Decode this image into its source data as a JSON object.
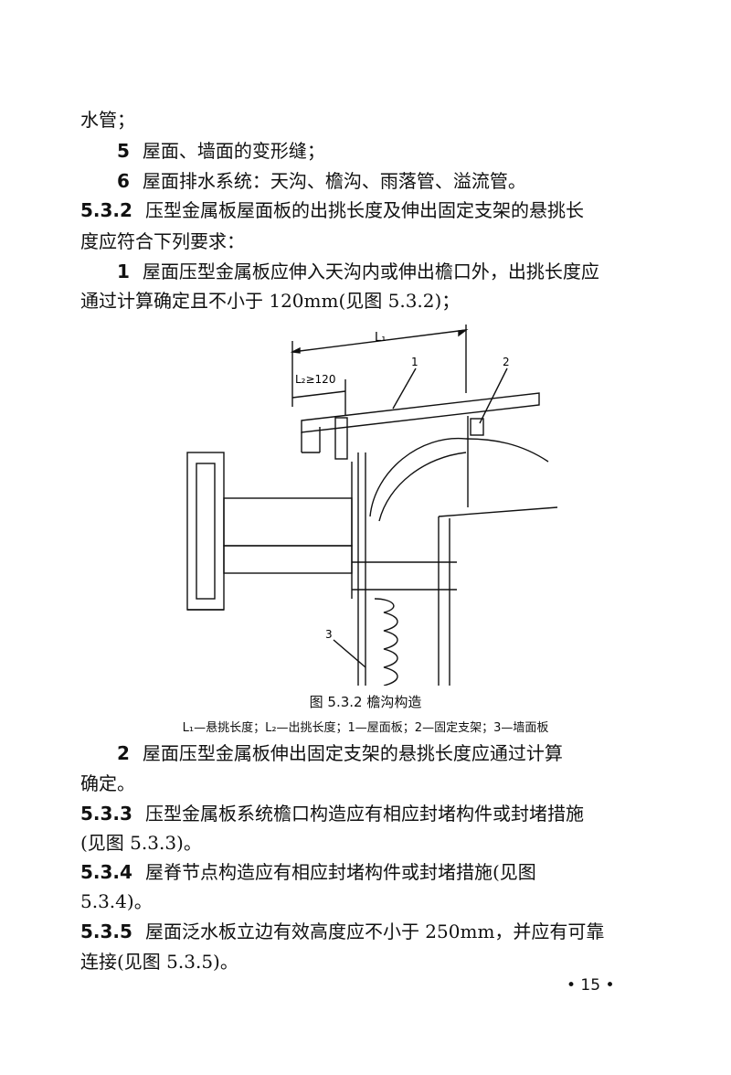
{
  "text": {
    "l1": "水管；",
    "item5_num": "5",
    "item5_text": "屋面、墙面的变形缝；",
    "item6_num": "6",
    "item6_text": "屋面排水系统：天沟、檐沟、雨落管、溢流管。",
    "c532_num": "5.3.2",
    "c532_text_a": "压型金属板屋面板的出挑长度及伸出固定支架的悬挑长",
    "c532_text_b": "度应符合下列要求：",
    "item1_num": "1",
    "item1_text_a": "屋面压型金属板应伸入天沟内或伸出檐口外，出挑长度应",
    "item1_text_b": "通过计算确定且不小于 120mm(见图 5.3.2)；",
    "item2_num": "2",
    "item2_text_a": "屋面压型金属板伸出固定支架的悬挑长度应通过计算",
    "item2_text_b": "确定。",
    "c533_num": "5.3.3",
    "c533_text_a": "压型金属板系统檐口构造应有相应封堵构件或封堵措施",
    "c533_text_b": "(见图 5.3.3)。",
    "c534_num": "5.3.4",
    "c534_text_a": "屋脊节点构造应有相应封堵构件或封堵措施(见图",
    "c534_text_b": "5.3.4)。",
    "c535_num": "5.3.5",
    "c535_text_a": "屋面泛水板立边有效高度应不小于 250mm，并应有可靠",
    "c535_text_b": "连接(见图 5.3.5)。"
  },
  "figure": {
    "caption": "图 5.3.2    檐沟构造",
    "legend": "L₁—悬挑长度；L₂—出挑长度；1—屋面板；2—固定支架；3—墙面板",
    "label_L1": "L₁",
    "label_L2": "L₂≥120",
    "callout_1": "1",
    "callout_2": "2",
    "callout_3": "3"
  },
  "page_number": "• 15 •"
}
